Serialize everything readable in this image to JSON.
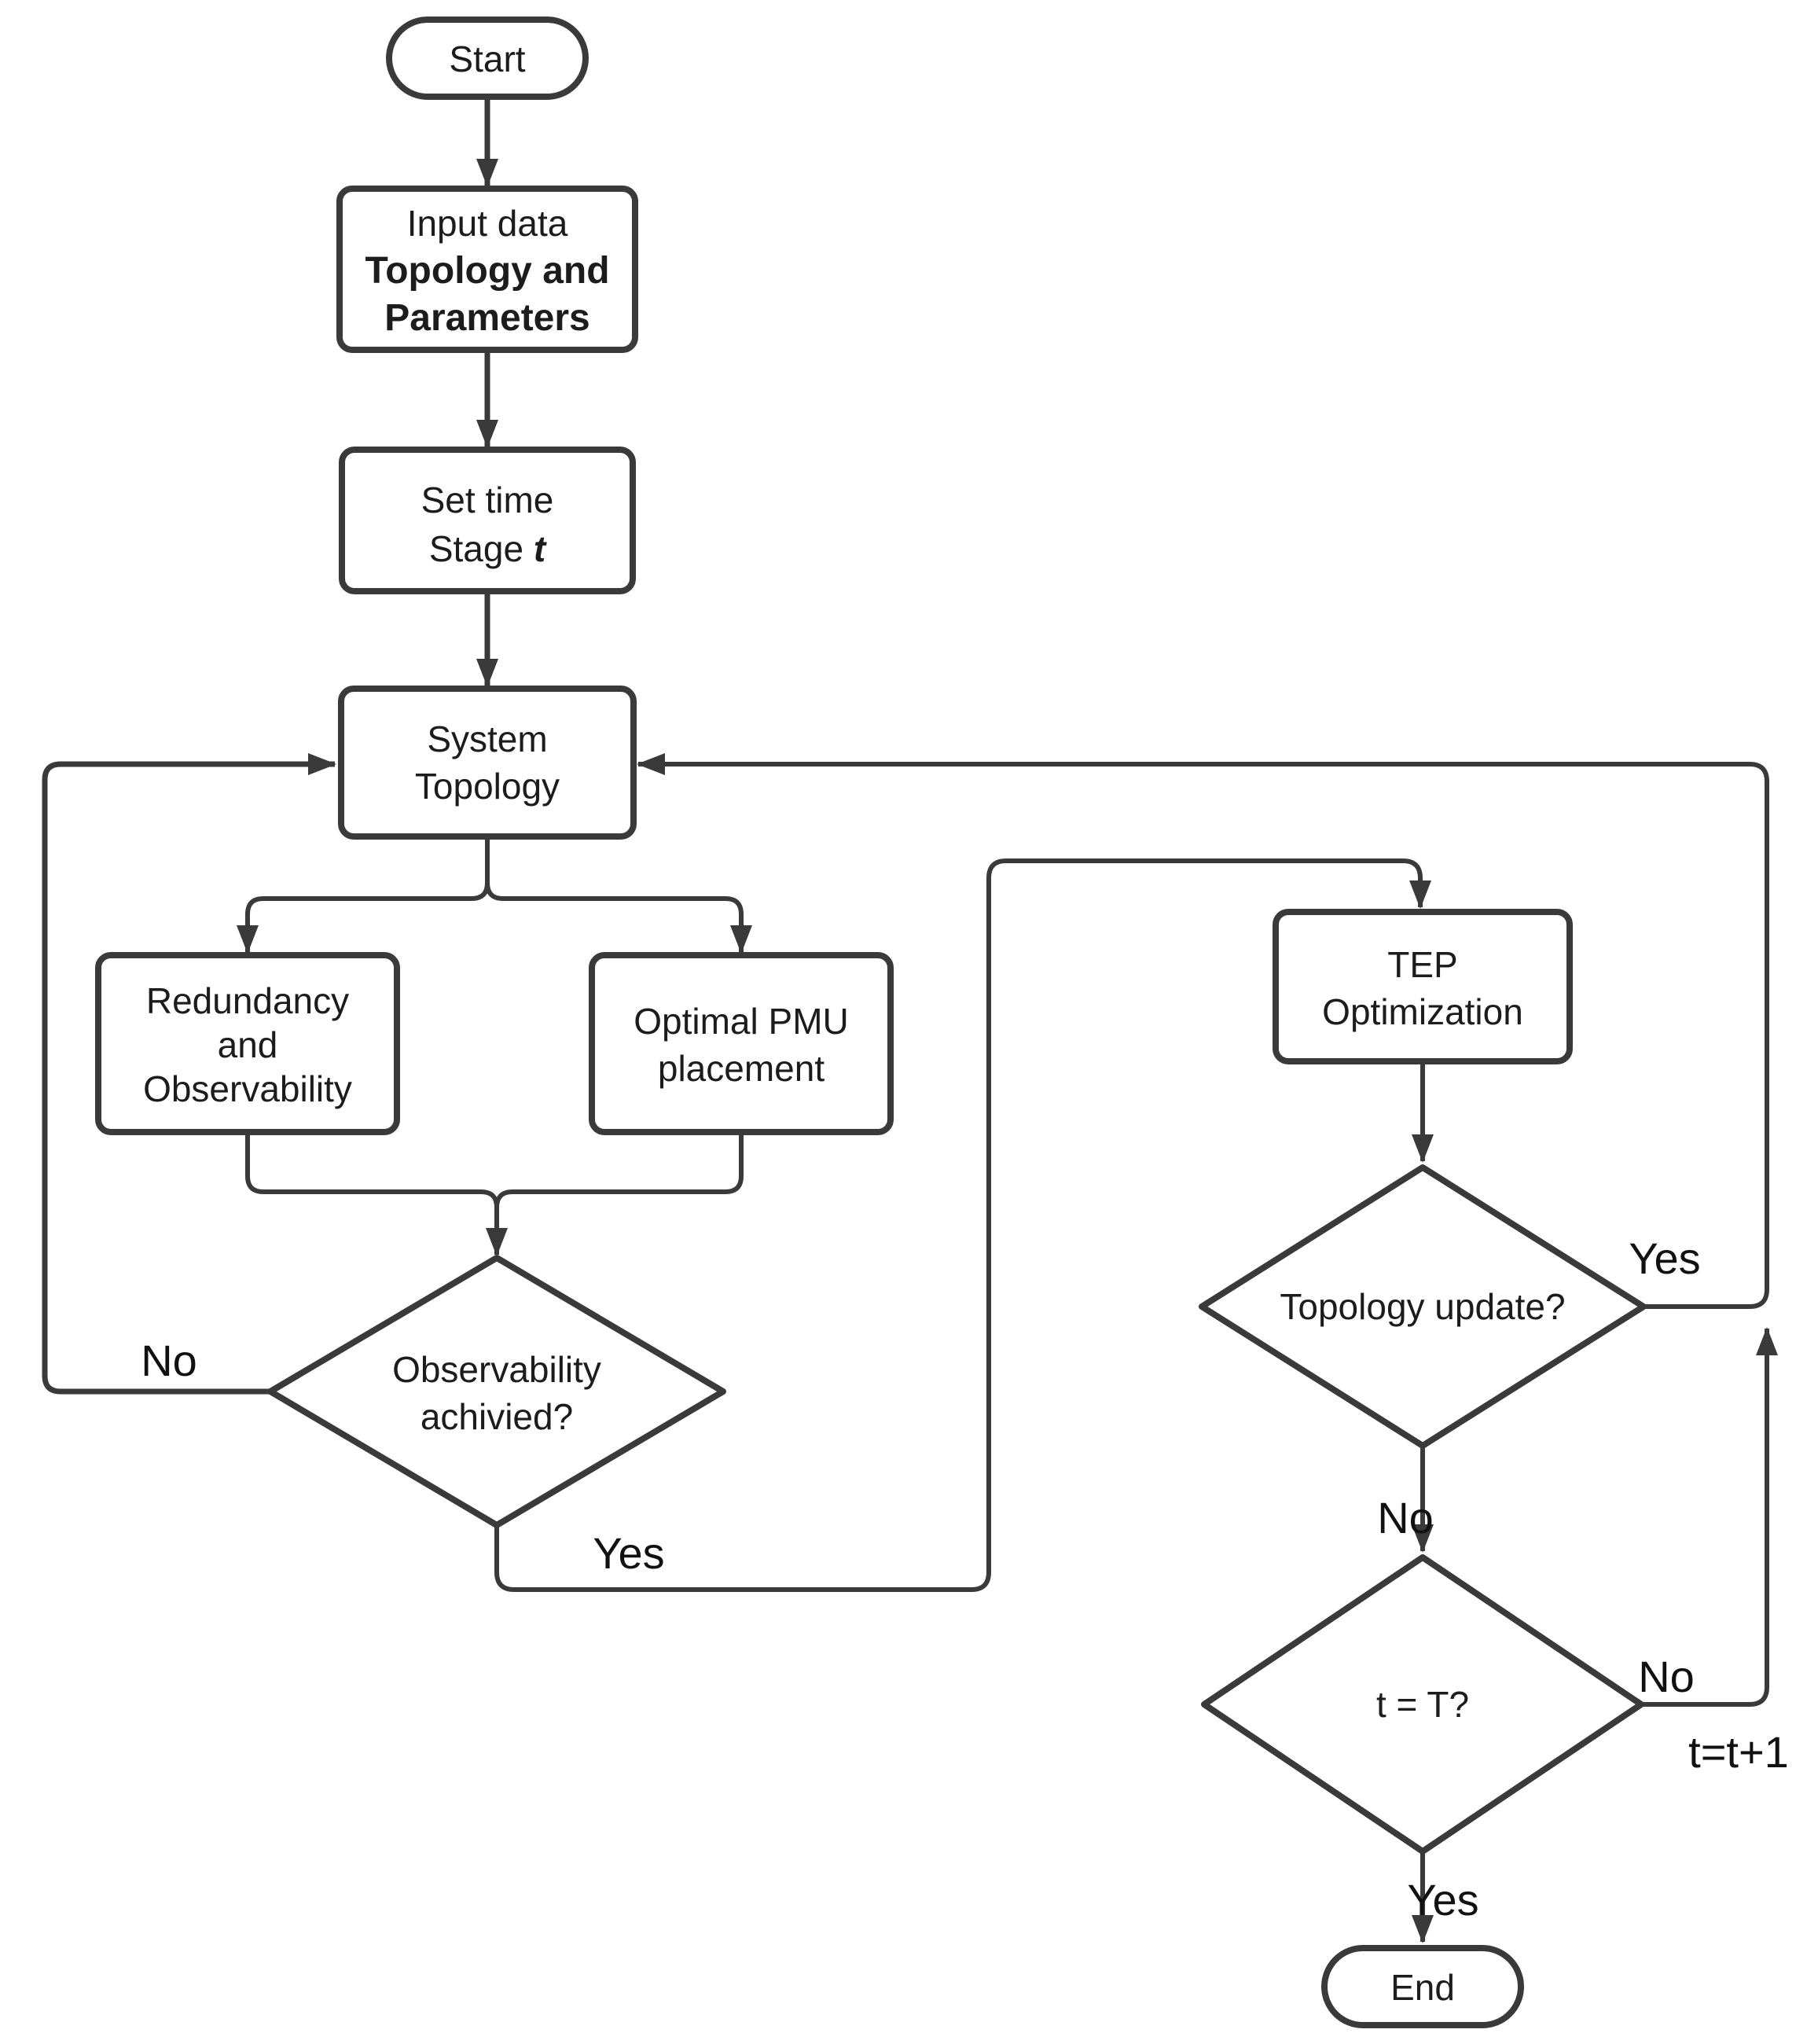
{
  "diagram": {
    "type": "flowchart",
    "background": "#ffffff",
    "stroke_color": "#3a3a3a",
    "text_color": "#1c1c1c"
  },
  "nodes": {
    "start": {
      "shape": "terminator",
      "label": "Start"
    },
    "input_data": {
      "shape": "process",
      "line1": "Input data",
      "line2": "Topology and",
      "line3": "Parameters"
    },
    "set_time": {
      "shape": "process",
      "line1": "Set time",
      "line2_prefix": "Stage ",
      "line2_var": "t"
    },
    "system_topology": {
      "shape": "process",
      "line1": "System",
      "line2": "Topology"
    },
    "redundancy": {
      "shape": "process",
      "line1": "Redundancy",
      "line2": "and",
      "line3": "Observability"
    },
    "optimal_pmu": {
      "shape": "process",
      "line1": "Optimal PMU",
      "line2": "placement"
    },
    "observability_achieved": {
      "shape": "decision",
      "line1": "Observability",
      "line2": "achivied?"
    },
    "tep_optimization": {
      "shape": "process",
      "line1": "TEP",
      "line2": "Optimization"
    },
    "topology_update": {
      "shape": "decision",
      "line1": "Topology update?"
    },
    "t_equals_T": {
      "shape": "decision",
      "line1": "t = T?"
    },
    "end": {
      "shape": "terminator",
      "label": "End"
    }
  },
  "edge_labels": {
    "observability_no": "No",
    "observability_yes": "Yes",
    "topology_update_yes": "Yes",
    "topology_update_no": "No",
    "t_equals_T_no": "No",
    "t_increment": "t=t+1",
    "t_equals_T_yes": "Yes"
  }
}
